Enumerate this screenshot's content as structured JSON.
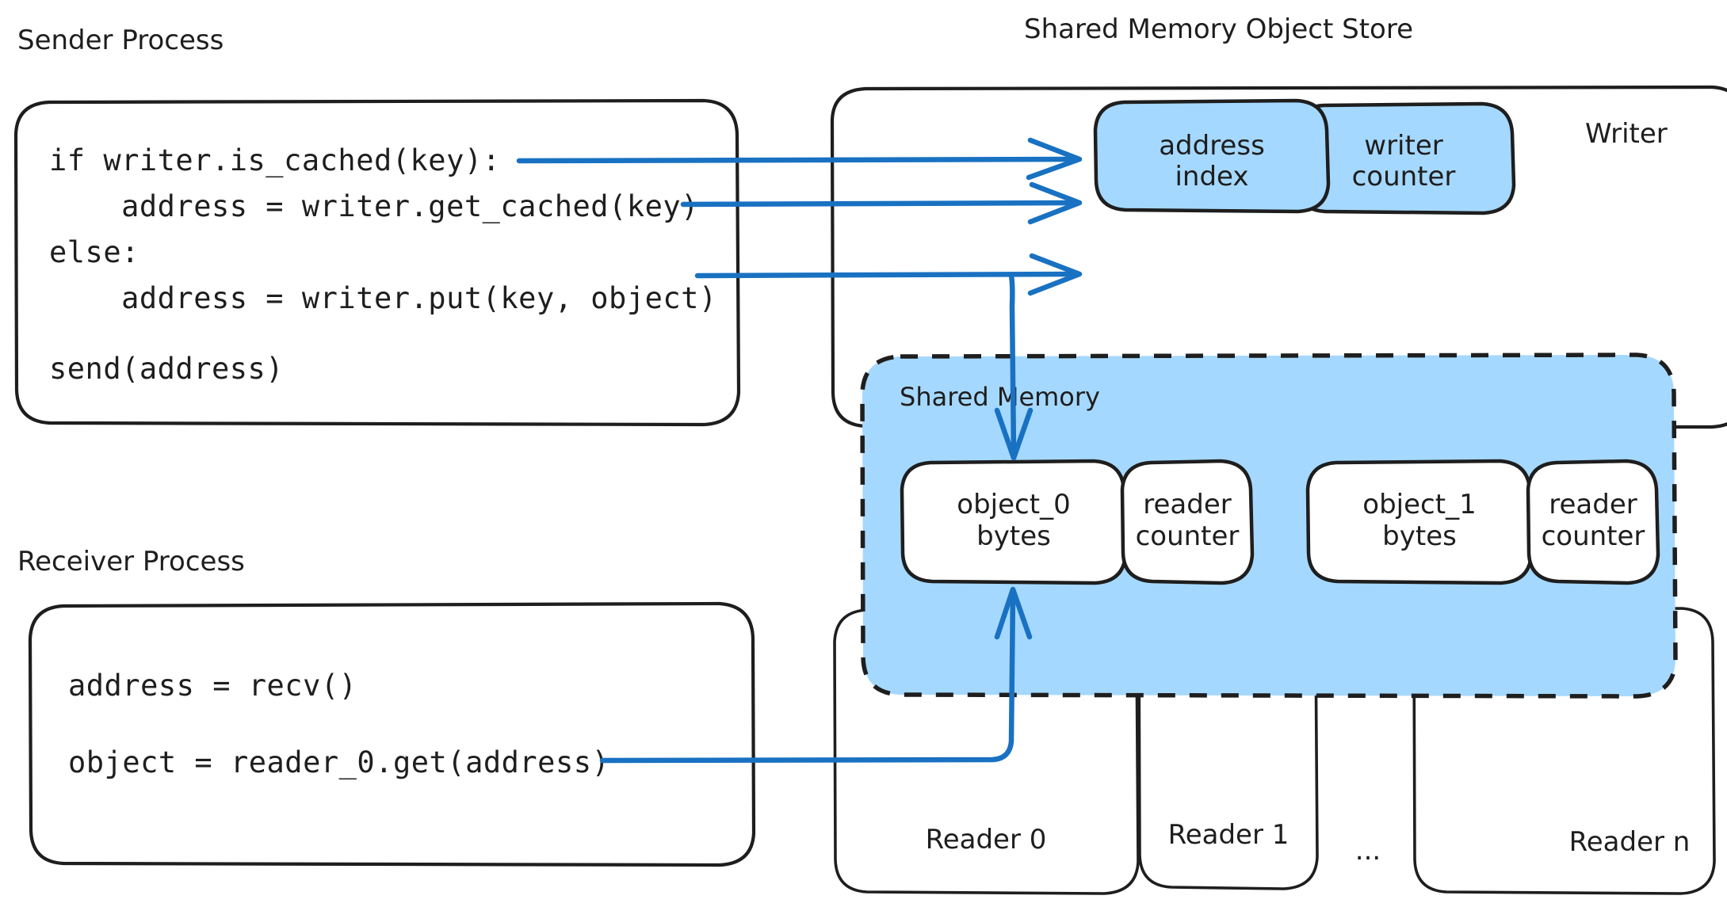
{
  "diagram": {
    "title_sender": "Sender Process",
    "title_receiver": "Receiver Process",
    "title_store": "Shared Memory Object Store"
  },
  "sender_code": {
    "lines": [
      "if writer.is_cached(key):",
      "    address = writer.get_cached(key)",
      "else:",
      "    address = writer.put(key, object)",
      "",
      "send(address)"
    ],
    "line1": "if writer.is_cached(key):",
    "line2": "    address = writer.get_cached(key)",
    "line3": "else:",
    "line4": "    address = writer.put(key, object)",
    "line5": "send(address)"
  },
  "receiver_code": {
    "line1": "address = recv()",
    "line2": "object = reader_0.get(address)"
  },
  "writer": {
    "label": "Writer",
    "address_index_l1": "address",
    "address_index_l2": "index",
    "writer_counter_l1": "writer",
    "writer_counter_l2": "counter"
  },
  "shared_memory": {
    "label": "Shared Memory",
    "slots": [
      {
        "object_l1": "object_0",
        "object_l2": "bytes",
        "counter_l1": "reader",
        "counter_l2": "counter"
      },
      {
        "object_l1": "object_1",
        "object_l2": "bytes",
        "counter_l1": "reader",
        "counter_l2": "counter"
      }
    ],
    "slot0_object_l1": "object_0",
    "slot0_object_l2": "bytes",
    "slot0_counter_l1": "reader",
    "slot0_counter_l2": "counter",
    "slot1_object_l1": "object_1",
    "slot1_object_l2": "bytes",
    "slot1_counter_l1": "reader",
    "slot1_counter_l2": "counter"
  },
  "readers": {
    "reader0": "Reader 0",
    "reader1": "Reader 1",
    "ellipsis": "...",
    "readern": "Reader n"
  },
  "colors": {
    "accent_blue": "#1971c2",
    "fill_blue": "#a5d8ff",
    "stroke_black": "#1e1e1e",
    "background": "#ffffff"
  }
}
